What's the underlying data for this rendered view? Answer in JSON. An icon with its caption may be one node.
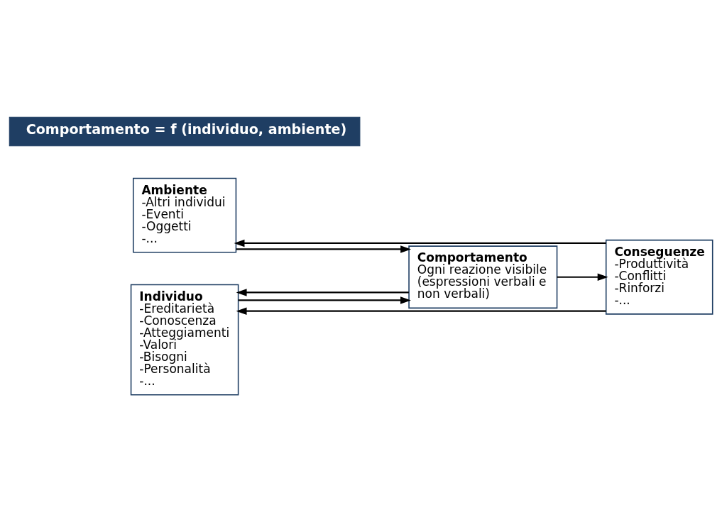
{
  "diagram": {
    "nodes": [
      {
        "text": [
          "Ambiente",
          "-Altri individui",
          "-Eventi",
          "-Oggetti",
          "-..."
        ]
      },
      {
        "text": [
          "Individuo",
          "-Ereditarietà",
          "-Conoscenza",
          "-Atteggiamenti",
          "-Valori",
          "-Bisogni",
          "-Personalità",
          "-..."
        ]
      },
      {
        "text": [
          "Comportamento",
          "Ogni reazione visibile (espressioni verbali e non verbali)"
        ]
      },
      {
        "text": [
          "Conseguenze",
          "-Produttività",
          "-Conflitti",
          "-Rinforzi",
          "-..."
        ]
      },
      {
        "text": [
          "Comportamento = f (individuo, ambiente)"
        ]
      }
    ],
    "edges": [
      {
        "from": 0,
        "to": 2,
        "arrow": "to"
      },
      {
        "from": 1,
        "to": 2,
        "arrow": "to"
      },
      {
        "from": 2,
        "to": 3,
        "arrow": "to"
      },
      {
        "from": 3,
        "to": 0,
        "arrow": "to"
      },
      {
        "from": 3,
        "to": 1,
        "arrow": "to"
      },
      {
        "from": 2,
        "to": 1,
        "arrow": "to"
      }
    ]
  }
}
